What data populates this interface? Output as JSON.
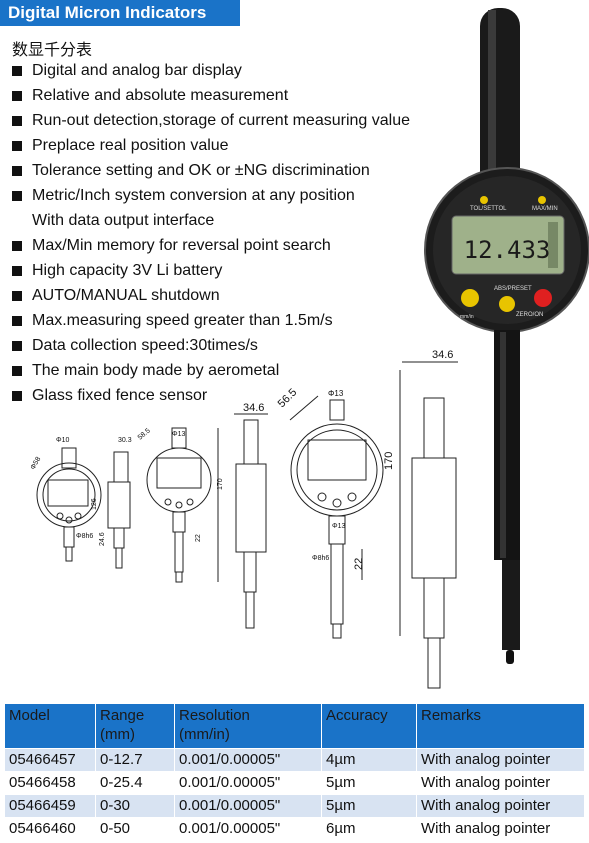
{
  "header": {
    "title": "Digital Micron Indicators"
  },
  "subtitle": "数显千分表",
  "features": [
    "Digital and analog bar display",
    "Relative and absolute measurement",
    "Run-out detection,storage of current measuring value",
    "Preplace real position value",
    "Tolerance setting and OK or ±NG discrimination",
    "Metric/Inch system conversion at any position",
    "With data output interface",
    "Max/Min memory for reversal point search",
    "High capacity 3V Li battery",
    "AUTO/MANUAL shutdown",
    "Max.measuring speed greater than 1.5m/s",
    "Data collection speed:30times/s",
    "The main body made by aerometal",
    "Glass fixed fence sensor"
  ],
  "device": {
    "display": "12.433",
    "label_tol": "TOL/SETTOL",
    "label_maxmin": "MAX/MIN",
    "label_abs": "ABS/PRESET",
    "label_zero": "ZERO/ON",
    "label_unit": "mm/in"
  },
  "dimensions": {
    "d1": "34.6",
    "d2": "34.6",
    "d3": "56.5",
    "d4": "Φ13",
    "d5": "170",
    "d6": "Φ13",
    "d7": "22",
    "d8": "Φ8h6",
    "s1": "Φ10",
    "s2": "Φ58",
    "s3": "126",
    "s4": "Φ8h6",
    "s5": "30.3",
    "s6": "58.5",
    "s7": "24.6",
    "s8": "Φ13",
    "s9": "170",
    "s10": "22"
  },
  "table": {
    "headers": [
      {
        "line1": "Model",
        "line2": ""
      },
      {
        "line1": "Range",
        "line2": "(mm)"
      },
      {
        "line1": "Resolution",
        "line2": "(mm/in)"
      },
      {
        "line1": "Accuracy",
        "line2": ""
      },
      {
        "line1": "Remarks",
        "line2": ""
      }
    ],
    "rows": [
      [
        "05466457",
        "0-12.7",
        "0.001/0.00005\"",
        "4µm",
        "With analog pointer"
      ],
      [
        "05466458",
        "0-25.4",
        "0.001/0.00005\"",
        "5µm",
        "With analog pointer"
      ],
      [
        "05466459",
        "0-30",
        "0.001/0.00005\"",
        "5µm",
        "With analog pointer"
      ],
      [
        "05466460",
        "0-50",
        "0.001/0.00005\"",
        "6µm",
        "With analog pointer"
      ]
    ]
  }
}
